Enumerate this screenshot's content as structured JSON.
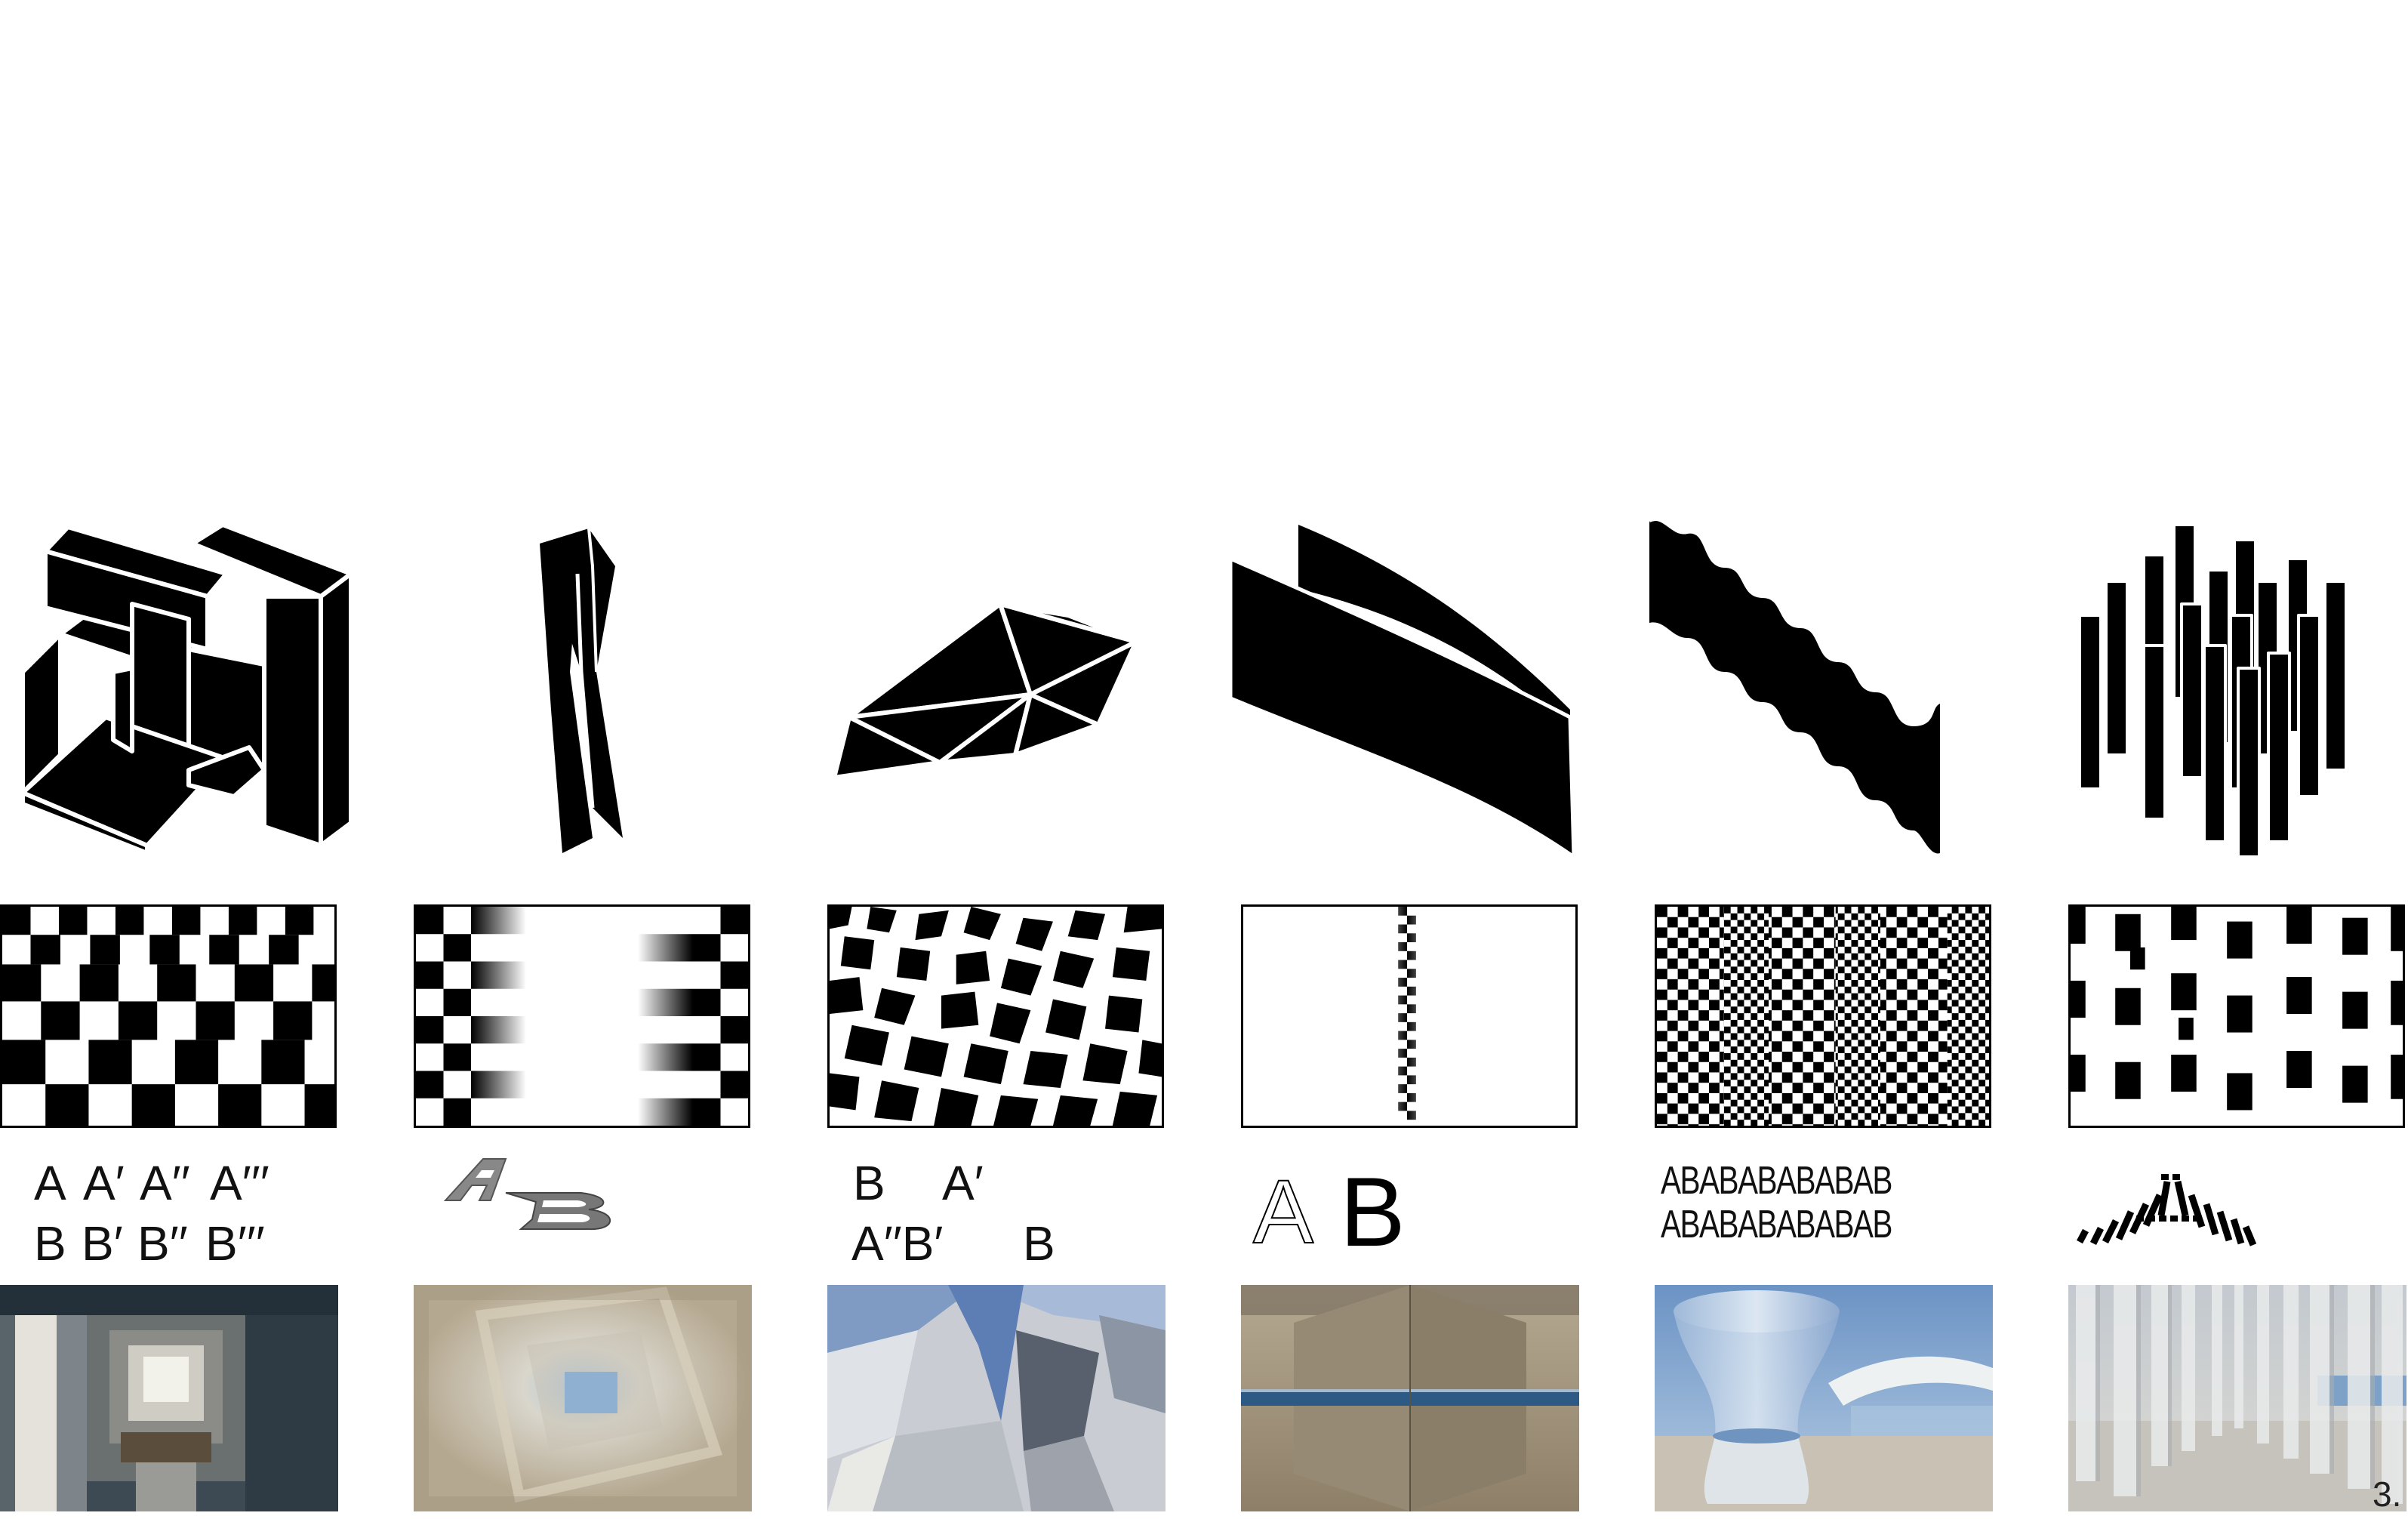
{
  "columns": [
    {
      "id": "c1",
      "shape": "interlocking-blocks",
      "pattern": "distorted-checkerboard",
      "labels": {
        "row1": [
          "A",
          "A′",
          "A′′",
          "A′′′"
        ],
        "row2": [
          "B",
          "B′",
          "B′′",
          "B′′′"
        ]
      },
      "render": "stacked-box-interior"
    },
    {
      "id": "c2",
      "shape": "twisted-column",
      "pattern": "checker-with-fading-center",
      "labels": {
        "logo": "AB"
      },
      "render": "tilted-box-interior"
    },
    {
      "id": "c3",
      "shape": "triangulated-surface",
      "pattern": "warped-checkerboard",
      "labels": {
        "row1": [
          "B",
          "A′"
        ],
        "row2": [
          "A′′B′",
          "B"
        ]
      },
      "render": "faceted-sky-interior"
    },
    {
      "id": "c4",
      "shape": "curved-wall-pair",
      "pattern": "single-fading-strip",
      "labels": {
        "outline": "A",
        "solid": "B"
      },
      "render": "mirror-corridor"
    },
    {
      "id": "c5",
      "shape": "undulating-wall",
      "pattern": "fine-checkerboard",
      "labels": {
        "row1": "ABABABABABAB",
        "row2": "ABABABABABAB"
      },
      "render": "glass-pavilion"
    },
    {
      "id": "c6",
      "shape": "column-field",
      "pattern": "staggered-blocks",
      "labels": {
        "logo": "triangle-hatch"
      },
      "render": "column-forest"
    }
  ],
  "page_number": "3."
}
